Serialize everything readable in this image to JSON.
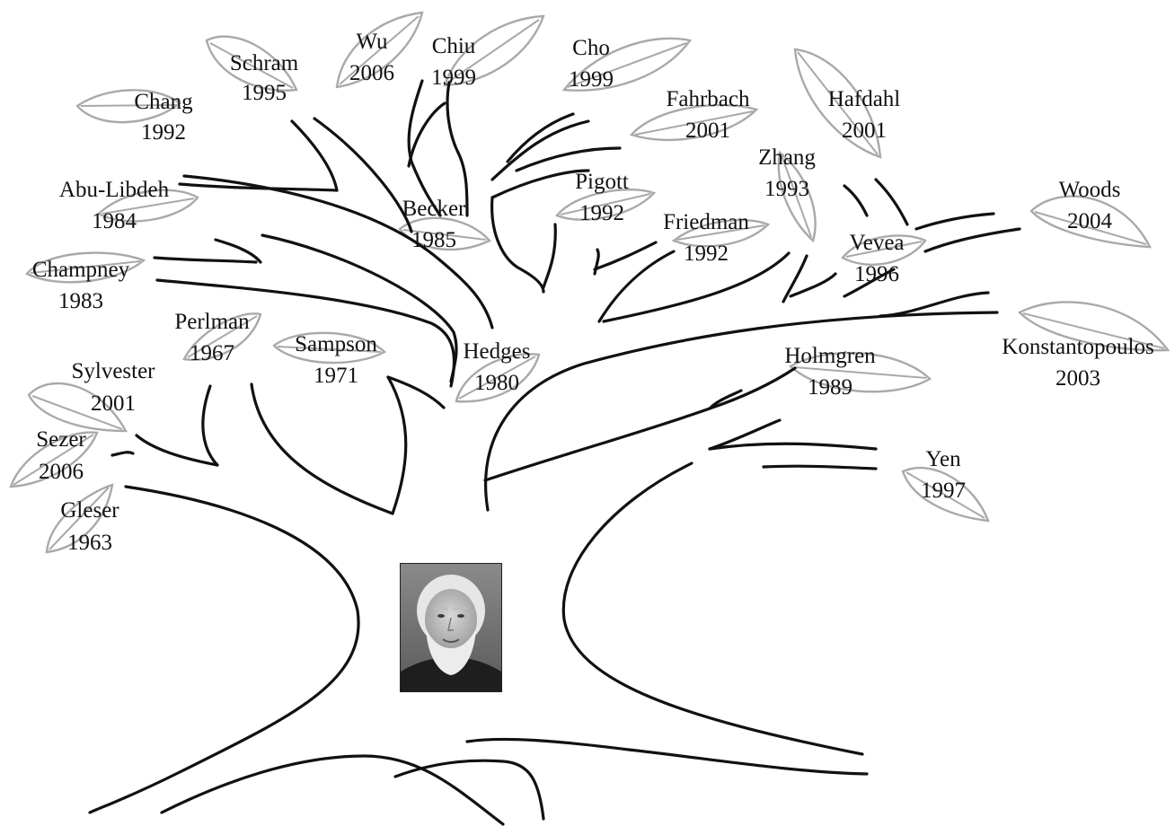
{
  "diagram": {
    "nodes": [
      {
        "id": "gleser",
        "name": "Gleser",
        "year": "1963"
      },
      {
        "id": "sezer",
        "name": "Sezer",
        "year": "2006"
      },
      {
        "id": "sylvester",
        "name": "Sylvester",
        "year": "2001"
      },
      {
        "id": "perlman",
        "name": "Perlman",
        "year": "1967"
      },
      {
        "id": "sampson",
        "name": "Sampson",
        "year": "1971"
      },
      {
        "id": "hedges",
        "name": "Hedges",
        "year": "1980"
      },
      {
        "id": "champney",
        "name": "Champney",
        "year": "1983"
      },
      {
        "id": "abulibdeh",
        "name": "Abu-Libdeh",
        "year": "1984"
      },
      {
        "id": "chang",
        "name": "Chang",
        "year": "1992"
      },
      {
        "id": "schram",
        "name": "Schram",
        "year": "1995"
      },
      {
        "id": "wu",
        "name": "Wu",
        "year": "2006"
      },
      {
        "id": "chiu",
        "name": "Chiu",
        "year": "1999"
      },
      {
        "id": "becker",
        "name": "Becker",
        "year": "1985"
      },
      {
        "id": "cho",
        "name": "Cho",
        "year": "1999"
      },
      {
        "id": "fahrbach",
        "name": "Fahrbach",
        "year": "2001"
      },
      {
        "id": "pigott",
        "name": "Pigott",
        "year": "1992"
      },
      {
        "id": "friedman",
        "name": "Friedman",
        "year": "1992"
      },
      {
        "id": "hafdahl",
        "name": "Hafdahl",
        "year": "2001"
      },
      {
        "id": "zhang",
        "name": "Zhang",
        "year": "1993"
      },
      {
        "id": "vevea",
        "name": "Vevea",
        "year": "1996"
      },
      {
        "id": "woods",
        "name": "Woods",
        "year": "2004"
      },
      {
        "id": "konstantopoulos",
        "name": "Konstantopoulos",
        "year": "2003"
      },
      {
        "id": "holmgren",
        "name": "Holmgren",
        "year": "1989"
      },
      {
        "id": "yen",
        "name": "Yen",
        "year": "1997"
      }
    ]
  },
  "colors": {
    "branch": "#111111",
    "leaf_outline": "#a9a9a9",
    "text": "#111111",
    "background": "#ffffff"
  }
}
